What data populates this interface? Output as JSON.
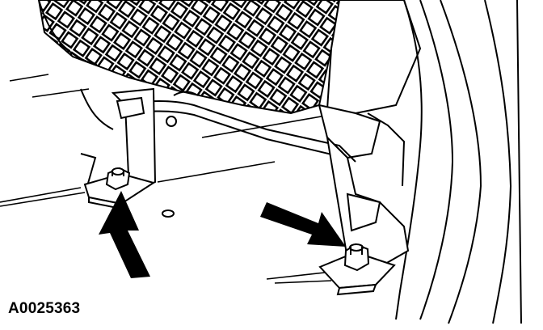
{
  "figure": {
    "id_label": "A0025363"
  },
  "callouts": [
    {
      "name": "arrow-to-left-nut",
      "points_to": "left-bracket-nut"
    },
    {
      "name": "arrow-to-right-nut",
      "points_to": "right-bracket-nut"
    }
  ],
  "colors": {
    "ink": "#000000",
    "paper": "#ffffff"
  }
}
